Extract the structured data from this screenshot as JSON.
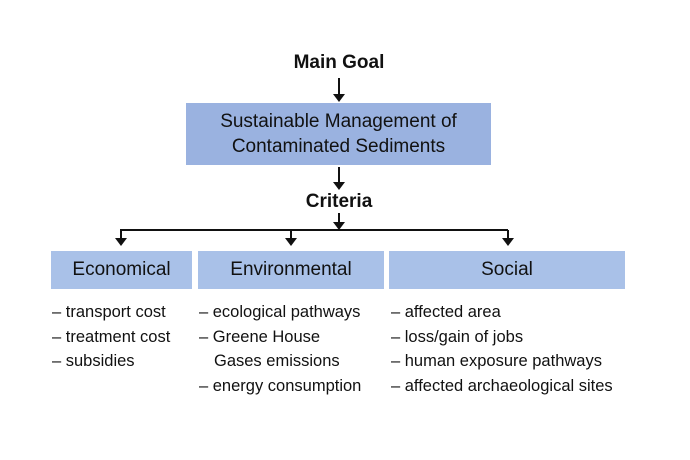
{
  "main_goal": {
    "heading": "Main Goal",
    "box_line1": "Sustainable Management of",
    "box_line2": "Contaminated Sediments"
  },
  "criteria": {
    "heading": "Criteria",
    "items": [
      {
        "title": "Economical",
        "bullets": [
          "– transport cost",
          "– treatment cost",
          "– subsidies"
        ]
      },
      {
        "title": "Environmental",
        "bullets": [
          "– ecological pathways",
          "– Greene House",
          "Gases emissions",
          "– energy consumption"
        ]
      },
      {
        "title": "Social",
        "bullets": [
          "– affected area",
          "– loss/gain of jobs",
          "– human exposure pathways",
          "– affected archaeological sites"
        ]
      }
    ]
  },
  "colors": {
    "box_fill": "#a9c1e8",
    "goal_box_fill": "#9ab2e0",
    "line": "#111111"
  }
}
